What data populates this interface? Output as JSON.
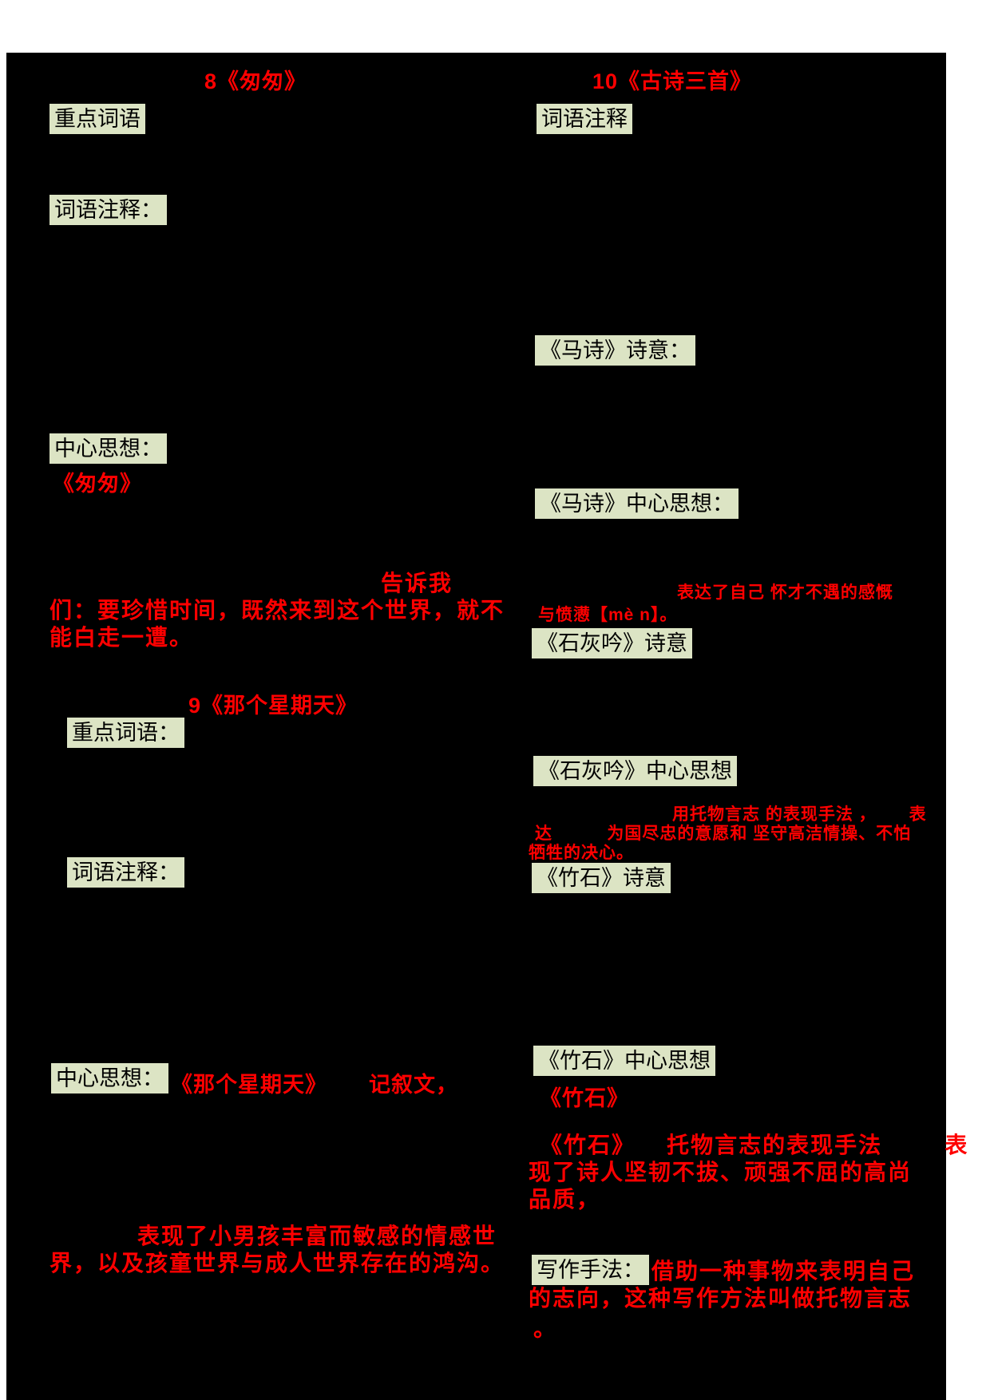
{
  "colors": {
    "board_background": "#000000",
    "page_margin": "#ffffff",
    "label_highlight": "#dce4c4",
    "label_text": "#000000",
    "accent_red": "#ff0000"
  },
  "left": {
    "s8": {
      "heading": "8《匆匆》",
      "key_words_label": "重点词语",
      "notes_label": "词语注释：",
      "central_label": "中心思想：",
      "title": "《匆匆》",
      "idea_lines": [
        "告诉我",
        "们：要珍惜时间，既然来到这个世界，就不",
        "能白走一遭。"
      ]
    },
    "s9": {
      "heading": "9《那个星期天》",
      "key_words_label": "重点词语：",
      "notes_label": "词语注释：",
      "central_label": "中心思想：",
      "title": "《那个星期天》",
      "genre": "记叙文，",
      "idea_lines": [
        "表现了小男孩丰富而敏感的情感世",
        "界，以及孩童世界与成人世界存在的鸿沟。"
      ]
    }
  },
  "right": {
    "s10": {
      "heading": "10《古诗三首》",
      "notes_label": "词语注释",
      "mashi": {
        "meaning_label": "《马诗》诗意：",
        "central_label": "《马诗》中心思想：",
        "idea_lines": [
          "表达了自己 怀才不遇的感慨",
          "与愤懑【mè n】。"
        ]
      },
      "shihuiyin": {
        "meaning_label": "《石灰吟》诗意",
        "central_label": "《石灰吟》中心思想",
        "idea_lines": [
          "用托物言志 的表现手法 ，      表",
          "达          为国尽忠的意愿和 坚守高洁情操、不怕",
          "牺牲的决心。"
        ]
      },
      "zhushi": {
        "meaning_label": "《竹石》诗意",
        "central_label": "《竹石》中心思想",
        "title": "《竹石》",
        "idea_lines": [
          "《竹石》    托物言志的表现手法        表",
          "现了诗人坚韧不拔、顽强不屈的高尚",
          "品质，"
        ],
        "writing_label": "写作手法：",
        "writing_lines": [
          "借助一种事物来表明自己",
          "的志向，这种写作方法叫做托物言志",
          "。"
        ]
      }
    }
  }
}
